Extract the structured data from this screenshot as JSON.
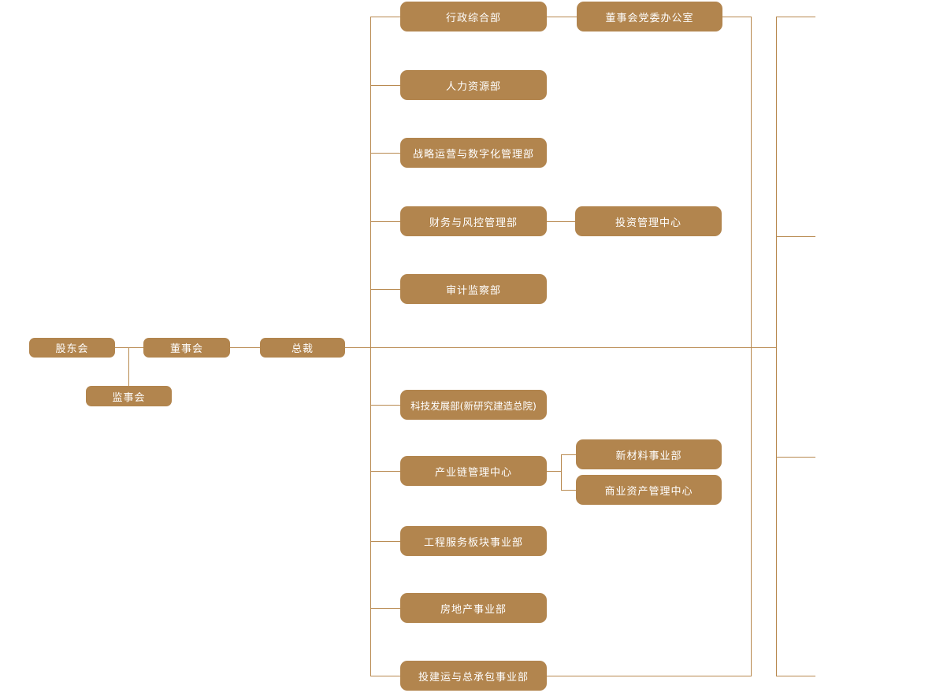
{
  "diagram_type": "organizational-chart",
  "colors": {
    "background": "#ffffff",
    "node_fill": "#b2854e",
    "node_text": "#ffffff",
    "line": "#b8894f"
  },
  "governance": {
    "shareholders": "股东会",
    "board": "董事会",
    "president": "总裁",
    "supervisory": "监事会"
  },
  "departments": {
    "admin": "行政综合部",
    "party_office": "董事会党委办公室",
    "hr": "人力资源部",
    "strategy": "战略运营与数字化管理部",
    "finance": "财务与风控管理部",
    "investment": "投资管理中心",
    "audit": "审计监察部"
  },
  "business_units": {
    "tech": "科技发展部(新研究建造总院)",
    "industry_chain": "产业链管理中心",
    "new_materials": "新材料事业部",
    "commercial_assets": "商业资产管理中心",
    "engineering": "工程服务板块事业部",
    "real_estate": "房地产事业部",
    "epc": "投建运与总承包事业部"
  }
}
